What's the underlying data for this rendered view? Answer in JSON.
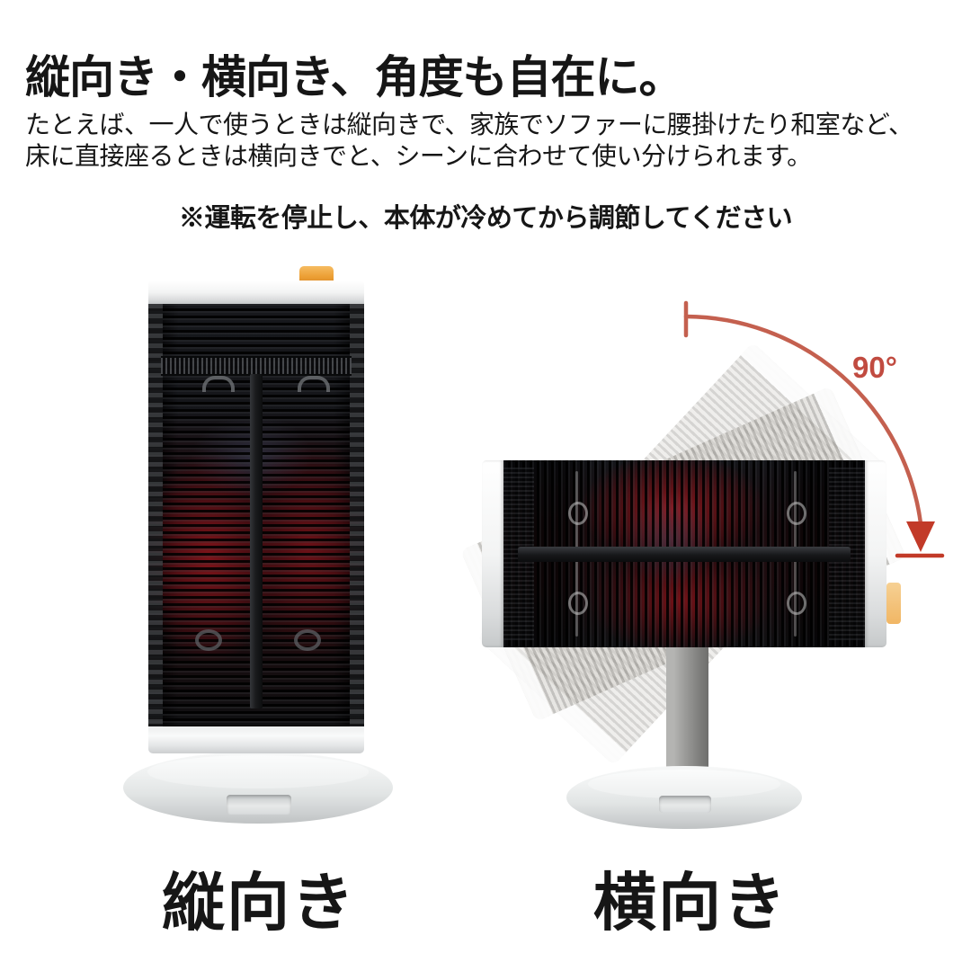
{
  "header": {
    "title": "縦向き・横向き、角度も自在に。",
    "description": "たとえば、一人で使うときは縦向きで、家族でソファーに腰掛けたり和室など、\n床に直接座るときは横向きでと、シーンに合わせて使い分けられます。",
    "note": "※運転を停止し、本体が冷めてから調節してください"
  },
  "figures": {
    "vertical": {
      "label": "縦向き"
    },
    "horizontal": {
      "label": "横向き",
      "rotation_annotation": "90°"
    }
  },
  "colors": {
    "annotation_red": "#c23a28",
    "arc_red": "#c4604f",
    "knob_orange": "#ec9e33",
    "heat_glow_red": "#6b141c",
    "text_black": "#161616"
  }
}
